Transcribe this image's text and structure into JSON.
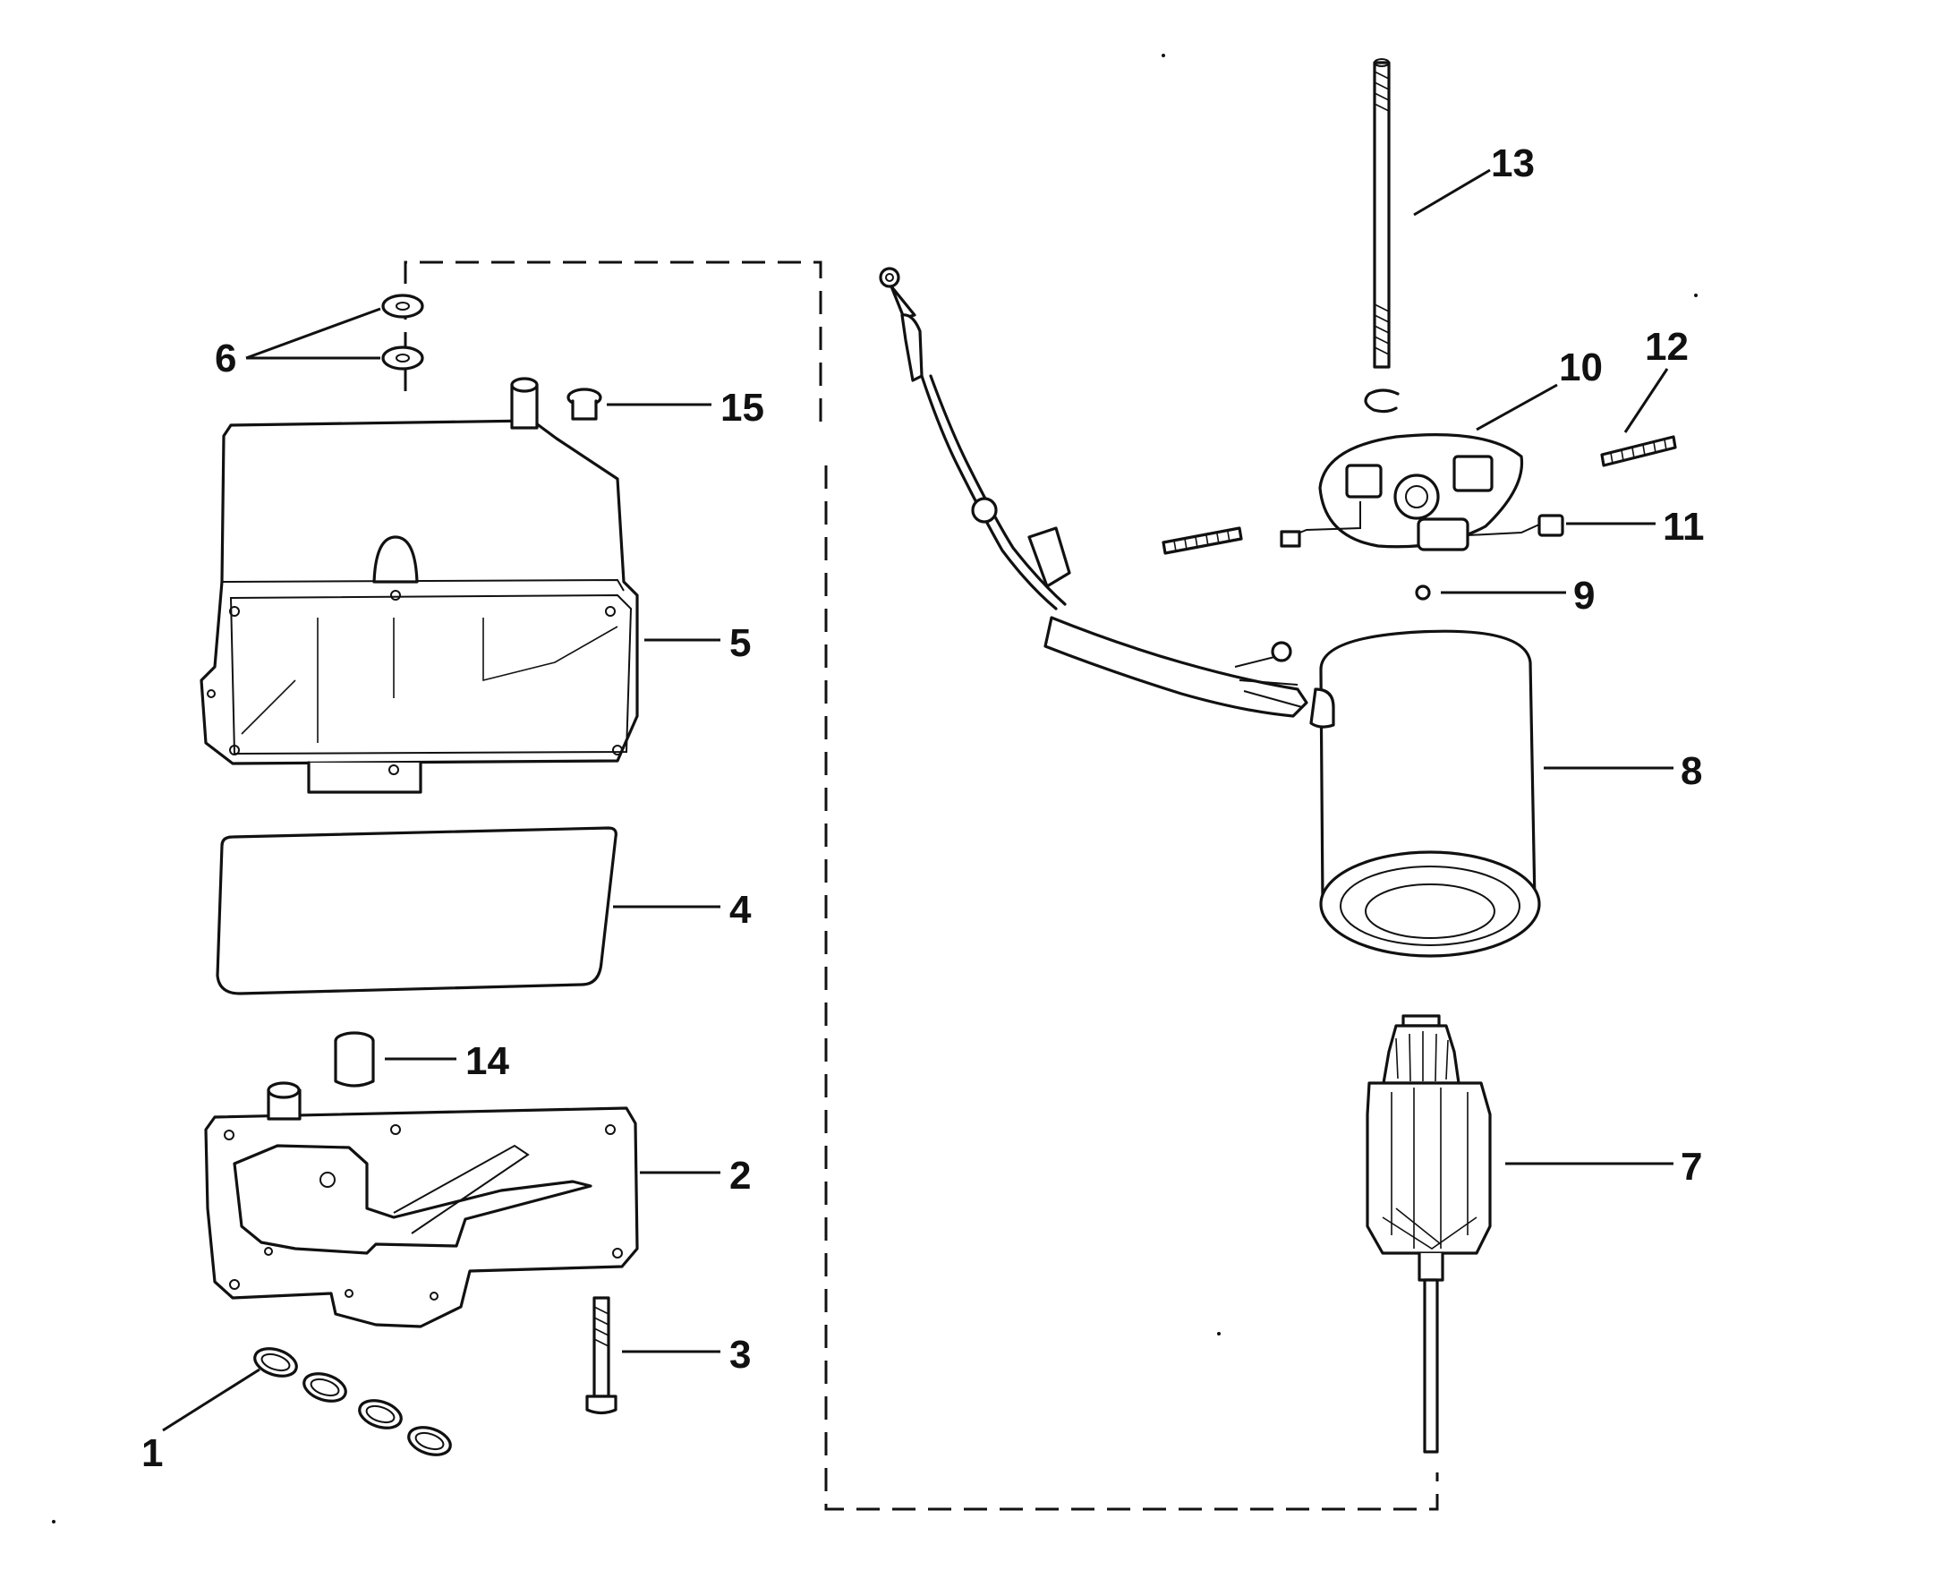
{
  "diagram": {
    "parts": [
      {
        "id": "1",
        "label": "1"
      },
      {
        "id": "2",
        "label": "2"
      },
      {
        "id": "3",
        "label": "3"
      },
      {
        "id": "4",
        "label": "4"
      },
      {
        "id": "5",
        "label": "5"
      },
      {
        "id": "6",
        "label": "6"
      },
      {
        "id": "7",
        "label": "7"
      },
      {
        "id": "8",
        "label": "8"
      },
      {
        "id": "9",
        "label": "9"
      },
      {
        "id": "10",
        "label": "10"
      },
      {
        "id": "11",
        "label": "11"
      },
      {
        "id": "12",
        "label": "12"
      },
      {
        "id": "13",
        "label": "13"
      },
      {
        "id": "14",
        "label": "14"
      },
      {
        "id": "15",
        "label": "15"
      }
    ]
  }
}
